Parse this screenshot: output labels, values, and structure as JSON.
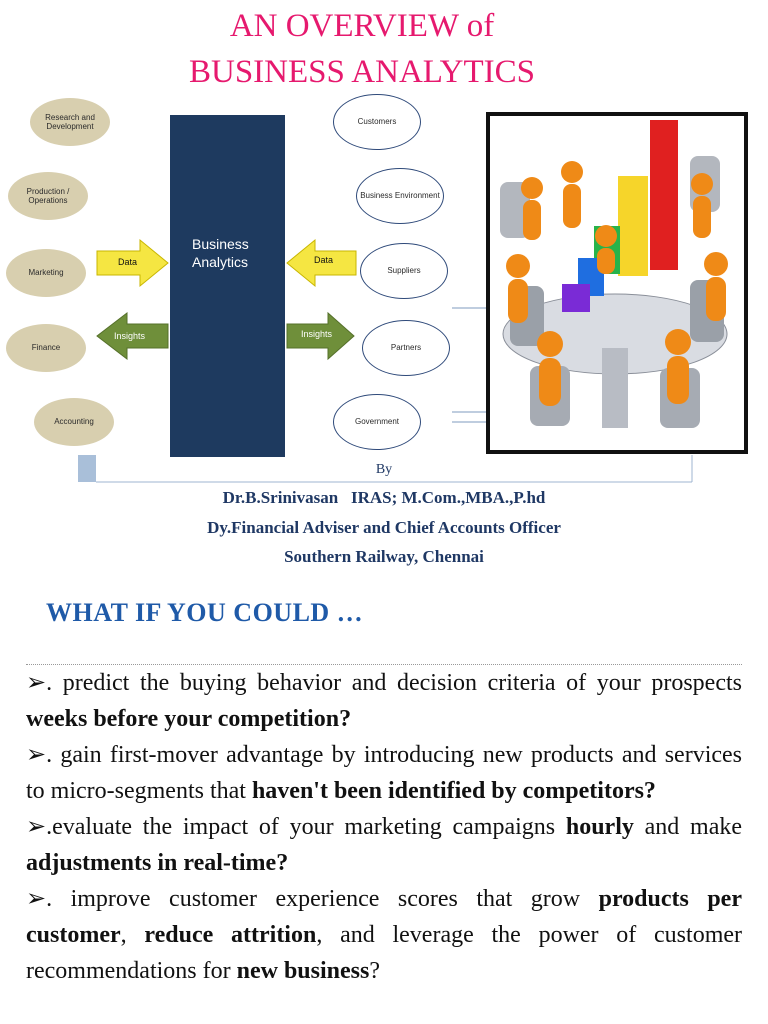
{
  "title": {
    "line1": "AN OVERVIEW of",
    "line2": "BUSINESS ANALYTICS"
  },
  "diagram": {
    "left_items": [
      "Research and Development",
      "Production / Operations",
      "Marketing",
      "Finance",
      "Accounting"
    ],
    "right_items": [
      "Customers",
      "Business Environment",
      "Suppliers",
      "Partners",
      "Government"
    ],
    "center": {
      "line1": "Business",
      "line2": "Analytics"
    },
    "arrows": {
      "data_left": "Data",
      "data_right": "Data",
      "insights_left": "Insights",
      "insights_right": "Insights"
    },
    "colors": {
      "center": "#1e3a5f",
      "data_arrow": "#f5e642",
      "insights_arrow": "#6f8f3a"
    }
  },
  "byline": {
    "by": "By",
    "line1": "Dr.B.Srinivasan   IRAS; M.Com.,MBA.,P.hd",
    "line2": "Dy.Financial Adviser and Chief Accounts Officer",
    "line3": "Southern Railway, Chennai"
  },
  "heading": "WHAT IF YOU COULD …",
  "bullets": {
    "b1": {
      "p1": ". predict the buying behavior and decision criteria of your prospects ",
      "bold1": "weeks before your competition?"
    },
    "b2": {
      "p1": ". gain first-mover advantage by introducing new products and services to micro-segments that ",
      "bold1": "haven't been identified by competitors?"
    },
    "b3": {
      "p1": ".evaluate the impact of your marketing campaigns ",
      "bold1": "hourly",
      "p2": " and make ",
      "bold2": "adjustments in real-time?"
    },
    "b4": {
      "p1": ". improve customer experience scores that grow ",
      "bold1": "products per customer",
      "p2": ", ",
      "bold2": "reduce attrition",
      "p3": ", and leverage the power of customer recommendations for ",
      "bold3": "new business",
      "p4": "?"
    },
    "marker": "➢"
  }
}
